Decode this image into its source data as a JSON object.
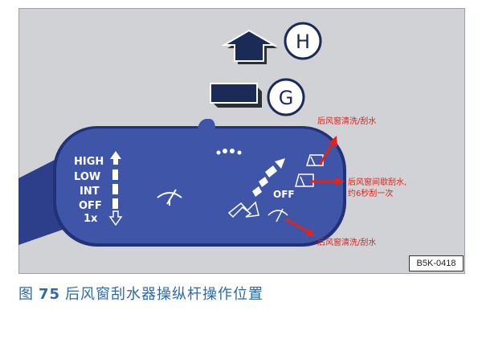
{
  "lever": {
    "high": "HIGH",
    "low": "LOW",
    "int": "INT",
    "off": "OFF",
    "once": "1x",
    "rear_off": "OFF"
  },
  "gear": {
    "h": "H",
    "g": "G"
  },
  "callouts": {
    "upper": "后风窗清洗/刮水",
    "middle_1": "后风窗间歇刮水,",
    "middle_2": "约6秒刮一次",
    "lower": "后风窗清洗/刮水"
  },
  "figure_code": "B5K-0418",
  "caption": {
    "prefix": "图",
    "number": "75",
    "text": "后风窗刮水器操纵杆操作位置"
  },
  "colors": {
    "lever": "#3f55a7",
    "callout": "#e0241b",
    "caption": "#2f67b2",
    "panel": "#d0d2d5"
  }
}
